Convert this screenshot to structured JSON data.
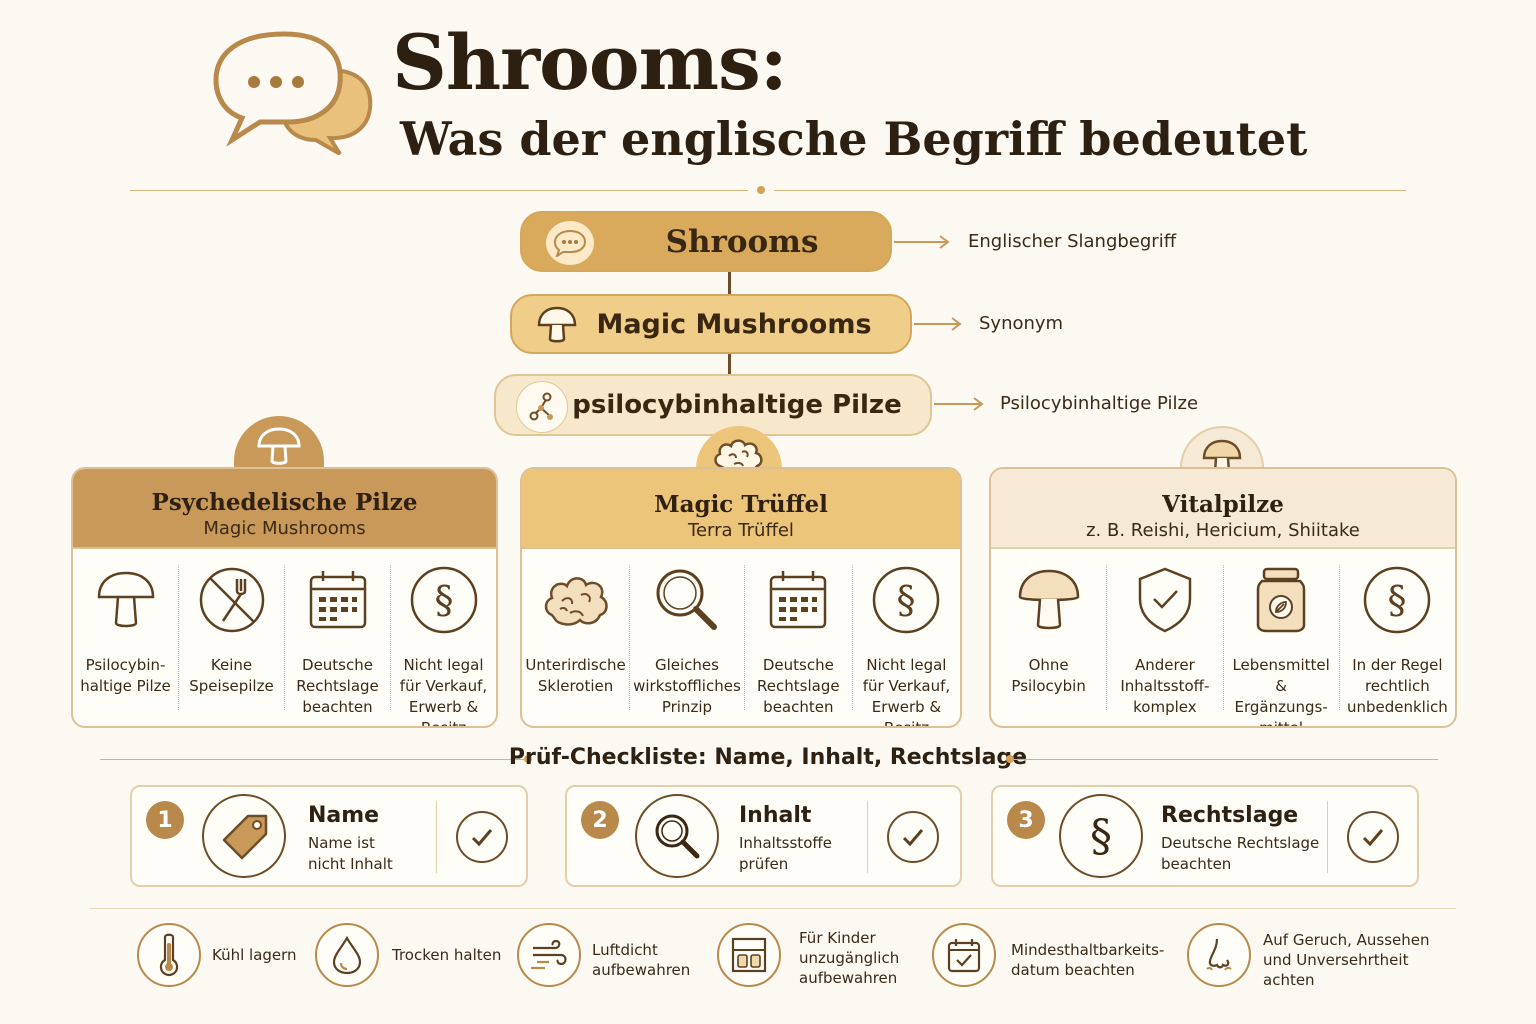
{
  "header": {
    "title": "Shrooms:",
    "subtitle": "Was der englische Begriff bedeutet",
    "icon": "speech-bubbles-icon"
  },
  "hierarchy": [
    {
      "label": "Shrooms",
      "annotation": "Englischer Slangbegriff",
      "icon": "speech-bubble-icon"
    },
    {
      "label": "Magic Mushrooms",
      "annotation": "Synonym",
      "icon": "mushroom-icon"
    },
    {
      "label": "psilocybinhaltige Pilze",
      "annotation": "Psilocybinhaltige Pilze",
      "icon": "molecule-icon"
    }
  ],
  "categories": [
    {
      "title": "Psychedelische Pilze",
      "subtitle": "Magic Mushrooms",
      "color": "#c9995a",
      "features": [
        {
          "icon": "mushroom-icon",
          "label": "Psilocybin-\nhaltige Pilze"
        },
        {
          "icon": "no-fork-icon",
          "label": "Keine\nSpeisepilze"
        },
        {
          "icon": "calendar-icon",
          "label": "Deutsche\nRechtslage\nbeachten"
        },
        {
          "icon": "paragraph-icon",
          "label": "Nicht legal\nfür Verkauf,\nErwerb & Besitz"
        }
      ]
    },
    {
      "title": "Magic Trüffel",
      "subtitle": "Terra Trüffel",
      "color": "#ecc47a",
      "features": [
        {
          "icon": "truffle-icon",
          "label": "Unterirdische\nSklerotien"
        },
        {
          "icon": "magnifier-icon",
          "label": "Gleiches\nwirkstoffliches\nPrinzip"
        },
        {
          "icon": "calendar-icon",
          "label": "Deutsche\nRechtslage\nbeachten"
        },
        {
          "icon": "paragraph-icon",
          "label": "Nicht legal\nfür Verkauf,\nErwerb & Besitz"
        }
      ]
    },
    {
      "title": "Vitalpilze",
      "subtitle": "z. B. Reishi, Hericium, Shiitake",
      "color": "#f6ead6",
      "features": [
        {
          "icon": "mushroom-icon",
          "label": "Ohne\nPsilocybin"
        },
        {
          "icon": "shield-check-icon",
          "label": "Anderer\nInhaltsstoff-\nkomplex"
        },
        {
          "icon": "jar-icon",
          "label": "Lebensmittel\n& Ergänzungs-\nmittel"
        },
        {
          "icon": "paragraph-icon",
          "label": "In der Regel\nrechtlich\nunbedenklich"
        }
      ]
    }
  ],
  "checklist": {
    "title": "Prüf-Checkliste: Name, Inhalt, Rechtslage",
    "items": [
      {
        "number": "1",
        "title": "Name",
        "desc": "Name ist\nnicht Inhalt",
        "icon": "tag-icon"
      },
      {
        "number": "2",
        "title": "Inhalt",
        "desc": "Inhaltsstoffe\nprüfen",
        "icon": "magnifier-icon"
      },
      {
        "number": "3",
        "title": "Rechtslage",
        "desc": "Deutsche Rechtslage\nbeachten",
        "icon": "paragraph-icon"
      }
    ]
  },
  "tips": [
    {
      "icon": "thermometer-icon",
      "label": "Kühl lagern"
    },
    {
      "icon": "drop-icon",
      "label": "Trocken halten"
    },
    {
      "icon": "wind-icon",
      "label": "Luftdicht\naufbewahren"
    },
    {
      "icon": "cabinet-icon",
      "label": "Für Kinder\nunzugänglich\naufbewahren"
    },
    {
      "icon": "calendar-check-icon",
      "label": "Mindesthaltbarkeits-\ndatum beachten"
    },
    {
      "icon": "nose-icon",
      "label": "Auf Geruch, Aussehen\nund Unversehrtheit\nachten"
    }
  ]
}
